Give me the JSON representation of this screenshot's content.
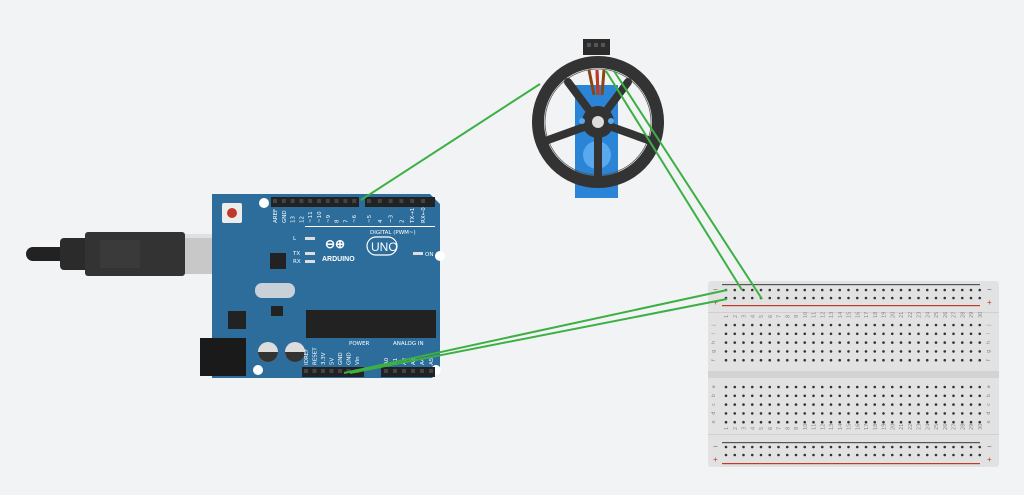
{
  "arduino": {
    "brand": "ARDUINO",
    "model": "UNO",
    "digital_label": "DIGITAL (PWM~)",
    "power_label": "POWER",
    "analog_label": "ANALOG IN",
    "on_label": "ON",
    "led_labels": [
      "L",
      "TX",
      "RX"
    ],
    "digital_pins": [
      "AREF",
      "GND",
      "13",
      "12",
      "~11",
      "~10",
      "~9",
      "8",
      "7",
      "~6",
      "~5",
      "4",
      "~3",
      "2",
      "TX→1",
      "RX←0"
    ],
    "power_pins": [
      "IOREF",
      "RESET",
      "3.3V",
      "5V",
      "GND",
      "GND",
      "Vin"
    ],
    "analog_pins": [
      "A0",
      "A1",
      "A2",
      "A3",
      "A4",
      "A5"
    ],
    "color": "#2c6d9c"
  },
  "breadboard": {
    "columns": 30,
    "top_rows": [
      "j",
      "i",
      "h",
      "g",
      "f"
    ],
    "bottom_rows": [
      "e",
      "d",
      "c",
      "b",
      "a"
    ],
    "rail_minus": "−",
    "rail_plus": "+"
  },
  "wire_color": "#3cb043",
  "servo": {
    "body_color": "#2a85d6",
    "wheel_color": "#333333"
  }
}
